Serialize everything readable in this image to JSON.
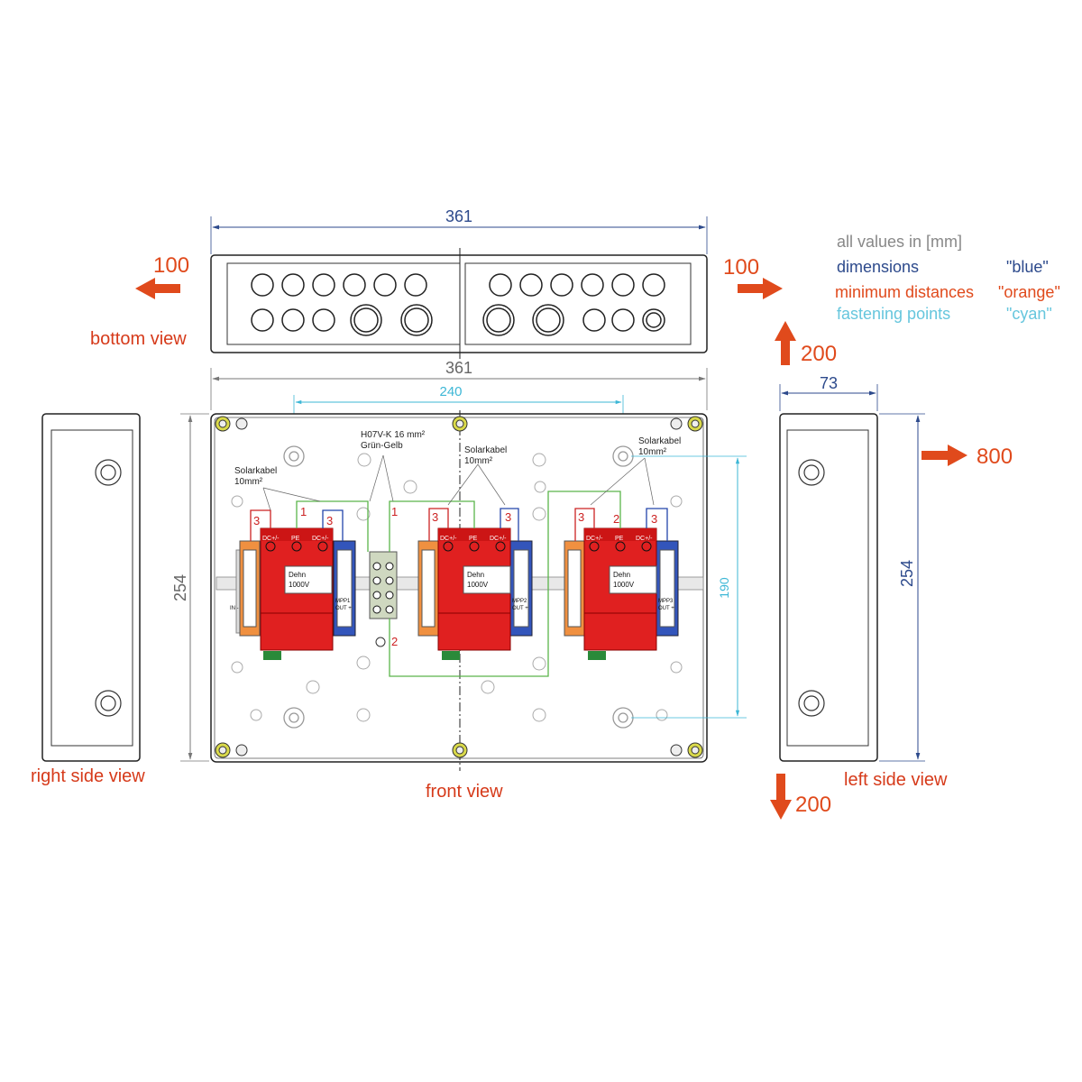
{
  "legend": {
    "heading": "all values in [mm]",
    "rows": [
      {
        "label": "dimensions",
        "tag": "\"blue\"",
        "color": "#2d4a8c"
      },
      {
        "label": "minimum distances",
        "tag": "\"orange\"",
        "color": "#e04a1c"
      },
      {
        "label": "fastening points",
        "tag": "\"cyan\"",
        "color": "#66c6dd"
      }
    ]
  },
  "views": {
    "bottom": "bottom view",
    "front": "front view",
    "right_side": "right side view",
    "left_side": "left side view"
  },
  "dimensions": {
    "top_width": "361",
    "front_width": "361",
    "fastening_width": "240",
    "front_height": "254",
    "fastening_height": "190",
    "side_depth": "73",
    "side_height": "254"
  },
  "min_distances": {
    "left": "100",
    "right": "100",
    "top": "200",
    "bottom": "200",
    "side_right": "800"
  },
  "annotations": {
    "pe_cable": "H07V-K 16 mm²",
    "pe_cable_color": "Grün-Gelb",
    "solar_cable": "Solarkabel",
    "solar_cable_size": "10mm²",
    "device_brand": "Dehn",
    "device_voltage": "1000V",
    "terminal_dc_minus": "DC+/-",
    "terminal_pe": "PE",
    "terminal_dc_plus": "DC+/-",
    "mpp_labels": [
      "MPP1",
      "MPP2",
      "MPP3"
    ],
    "out_label": "OUT +",
    "in_label": "IN -",
    "wire_numbers": [
      "1",
      "2",
      "3"
    ]
  },
  "colors": {
    "orange": "#e04a1c",
    "blue": "#2d4a8c",
    "cyan": "#3db7d6",
    "red_device": "#e02020",
    "wire_green": "#5ab54a",
    "wire_red": "#cc2222",
    "wire_blue": "#2244aa"
  }
}
